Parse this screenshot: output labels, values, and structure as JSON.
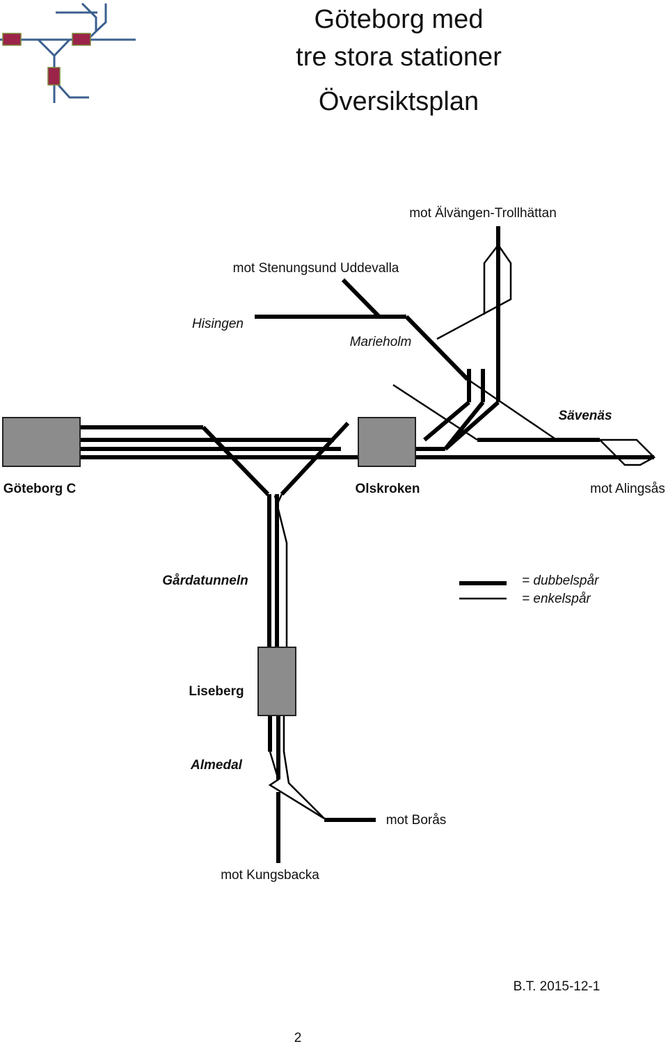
{
  "title": {
    "line1": "Göteborg med",
    "line2": "tre stora stationer",
    "line3": "Översiktsplan"
  },
  "labels": {
    "alvangen": "mot Älvängen-Trollhättan",
    "stenungsund": "mot Stenungsund Uddevalla",
    "hisingen": "Hisingen",
    "marieholm": "Marieholm",
    "savenas": "Sävenäs",
    "goteborg_c": "Göteborg C",
    "olskroken": "Olskroken",
    "alingsas": "mot Alingsås",
    "gardatunneln": "Gårdatunneln",
    "liseberg": "Liseberg",
    "almedal": "Almedal",
    "boras": "mot Borås",
    "kungsbacka": "mot Kungsbacka"
  },
  "legend": {
    "double": "= dubbelspår",
    "single": "= enkelspår"
  },
  "footer": {
    "author_date": "B.T.  2015-12-1",
    "page_number": "2"
  },
  "colors": {
    "station_fill": "#8c8c8c",
    "logo_line": "#3b5f8f",
    "logo_station": "#9b2448"
  }
}
